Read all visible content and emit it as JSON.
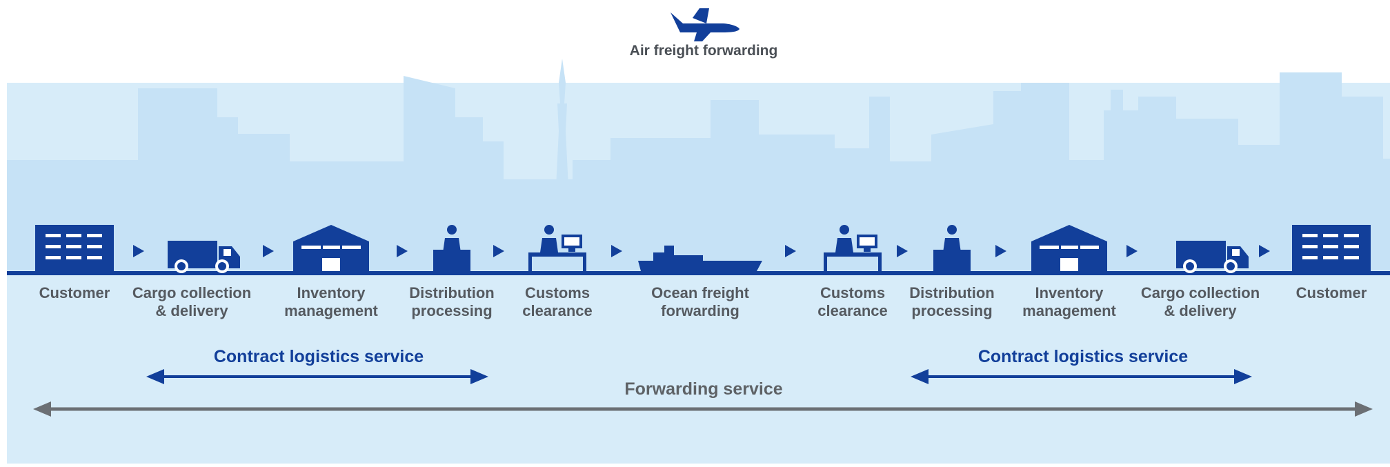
{
  "colors": {
    "navy": "#123f9a",
    "sky_background": "#d7ecf9",
    "skyline": "#c8e3f6",
    "label_gray": "#555a60",
    "forwarding_gray": "#6b6f74"
  },
  "header": {
    "air_freight_label": "Air freight forwarding",
    "icon": "airplane-icon"
  },
  "steps": [
    {
      "icon": "building-icon",
      "line1": "Customer",
      "line2": ""
    },
    {
      "icon": "truck-icon",
      "line1": "Cargo collection",
      "line2": "& delivery"
    },
    {
      "icon": "warehouse-icon",
      "line1": "Inventory",
      "line2": "management"
    },
    {
      "icon": "worker-icon",
      "line1": "Distribution",
      "line2": "processing"
    },
    {
      "icon": "customs-desk-icon",
      "line1": "Customs",
      "line2": "clearance"
    },
    {
      "icon": "ship-icon",
      "line1": "Ocean freight",
      "line2": "forwarding"
    },
    {
      "icon": "customs-desk-icon",
      "line1": "Customs",
      "line2": "clearance"
    },
    {
      "icon": "worker-icon",
      "line1": "Distribution",
      "line2": "processing"
    },
    {
      "icon": "warehouse-icon",
      "line1": "Inventory",
      "line2": "management"
    },
    {
      "icon": "truck-icon",
      "line1": "Cargo collection",
      "line2": "& delivery"
    },
    {
      "icon": "building-icon",
      "line1": "Customer",
      "line2": ""
    }
  ],
  "services": {
    "contract_left": "Contract logistics service",
    "contract_right": "Contract logistics service",
    "forwarding": "Forwarding service"
  }
}
